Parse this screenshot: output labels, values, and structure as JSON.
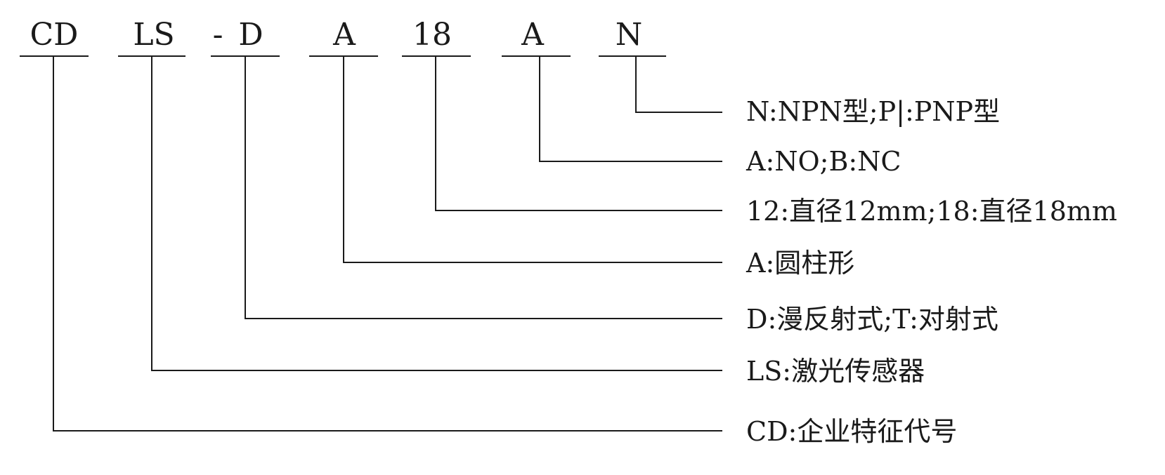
{
  "code": {
    "segments": [
      "CD",
      "LS",
      "D",
      "A",
      "18",
      "A",
      "N"
    ],
    "separator": "-"
  },
  "descriptions": [
    "N:NPN型;P|:PNP型",
    "A:NO;B:NC",
    "12:直径12mm;18:直径18mm",
    "A:圆柱形",
    "D:漫反射式;T:对射式",
    "LS:激光传感器",
    "CD:企业特征代号"
  ],
  "colors": {
    "ink": "#1a1a1a",
    "background": "#ffffff"
  }
}
